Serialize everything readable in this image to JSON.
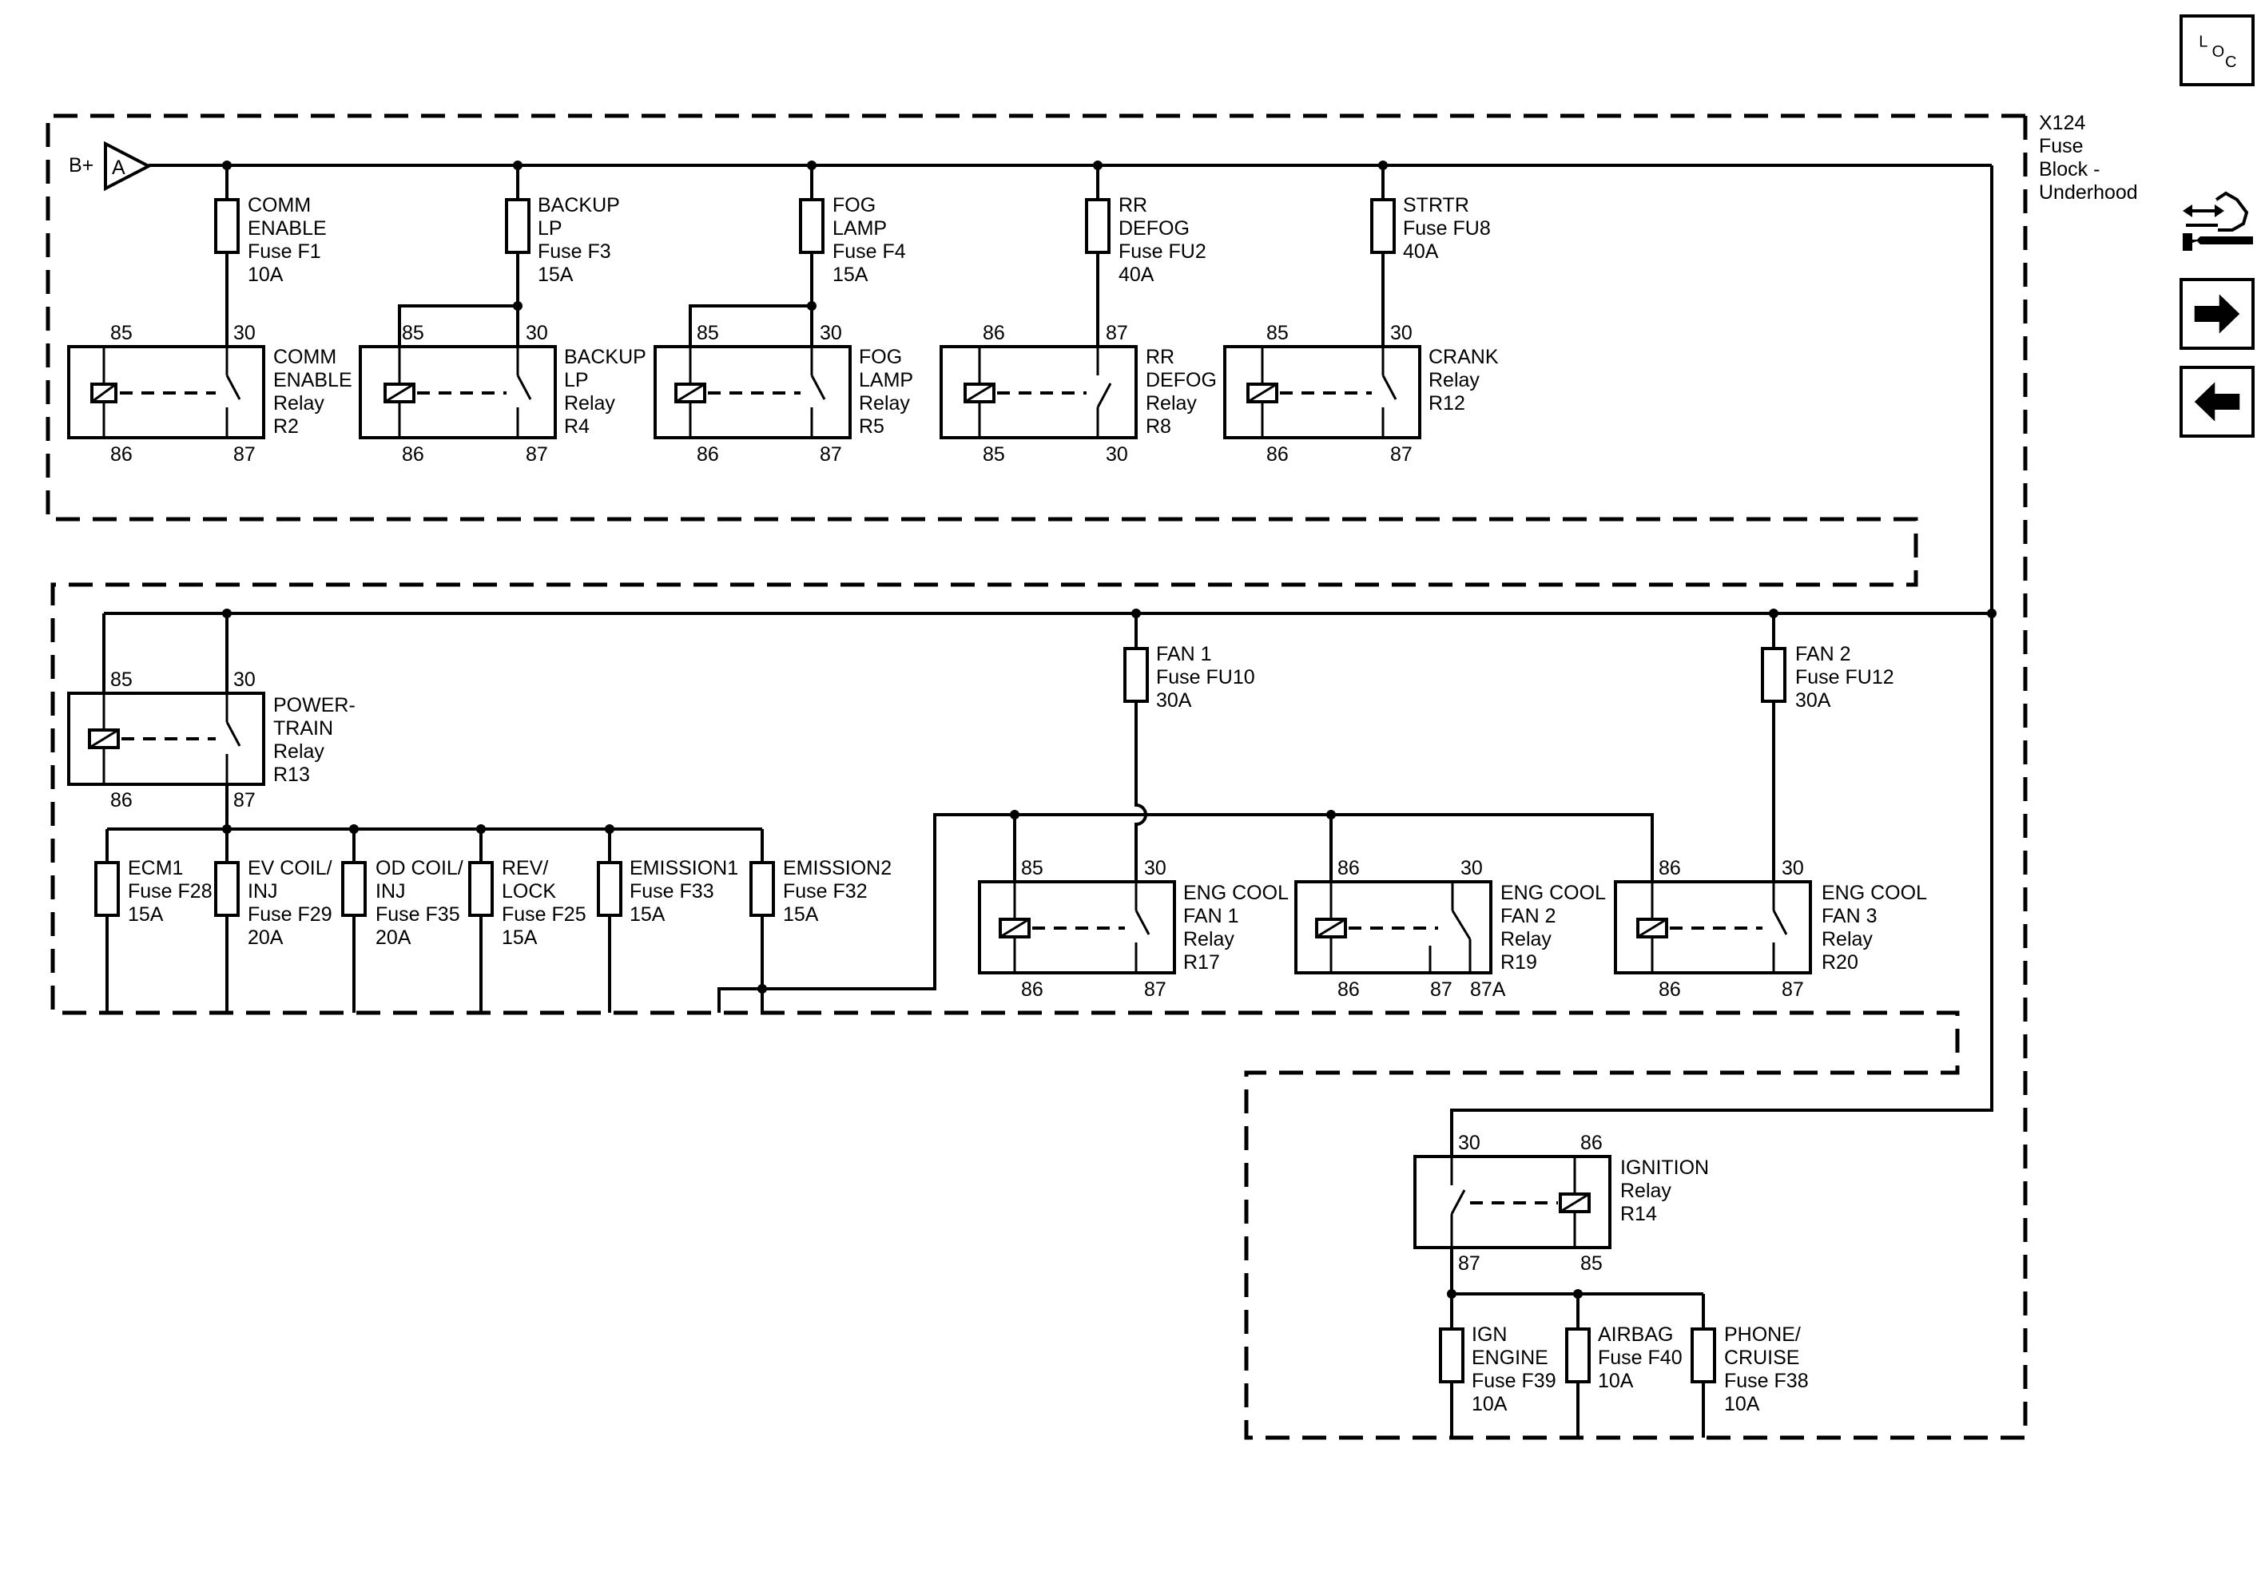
{
  "side_buttons": {
    "loc_l": "L",
    "loc_o": "O",
    "loc_c": "C"
  },
  "fuse_block": {
    "id": "X124",
    "line1": "Fuse",
    "line2": "Block -",
    "line3": "Underhood"
  },
  "supply": {
    "label": "B+",
    "connector": "A"
  },
  "top_fuses": [
    {
      "l1": "COMM",
      "l2": "ENABLE",
      "l3": "Fuse F1",
      "l4": "10A"
    },
    {
      "l1": "BACKUP",
      "l2": "LP",
      "l3": "Fuse F3",
      "l4": "15A"
    },
    {
      "l1": "FOG",
      "l2": "LAMP",
      "l3": "Fuse F4",
      "l4": "15A"
    },
    {
      "l1": "RR",
      "l2": "DEFOG",
      "l3": "Fuse FU2",
      "l4": "40A"
    },
    {
      "l1": "STRTR",
      "l2": "Fuse FU8",
      "l3": "40A"
    }
  ],
  "top_relays": [
    {
      "l1": "COMM",
      "l2": "ENABLE",
      "l3": "Relay",
      "l4": "R2",
      "tl": "85",
      "tr": "30",
      "bl": "86",
      "br": "87"
    },
    {
      "l1": "BACKUP",
      "l2": "LP",
      "l3": "Relay",
      "l4": "R4",
      "tl": "85",
      "tr": "30",
      "bl": "86",
      "br": "87"
    },
    {
      "l1": "FOG",
      "l2": "LAMP",
      "l3": "Relay",
      "l4": "R5",
      "tl": "85",
      "tr": "30",
      "bl": "86",
      "br": "87"
    },
    {
      "l1": "RR",
      "l2": "DEFOG",
      "l3": "Relay",
      "l4": "R8",
      "tl": "86",
      "tr": "87",
      "bl": "85",
      "br": "30"
    },
    {
      "l1": "CRANK",
      "l2": "Relay",
      "l3": "R12",
      "tl": "85",
      "tr": "30",
      "bl": "86",
      "br": "87"
    }
  ],
  "pt_relay": {
    "l1": "POWER-",
    "l2": "TRAIN",
    "l3": "Relay",
    "l4": "R13",
    "tl": "85",
    "tr": "30",
    "bl": "86",
    "br": "87"
  },
  "fan_fuses": [
    {
      "l1": "FAN 1",
      "l2": "Fuse FU10",
      "l3": "30A"
    },
    {
      "l1": "FAN 2",
      "l2": "Fuse FU12",
      "l3": "30A"
    }
  ],
  "mid_fuses": [
    {
      "l1": "ECM1",
      "l2": "Fuse F28",
      "l3": "15A"
    },
    {
      "l1": "EV COIL/",
      "l2": "INJ",
      "l3": "Fuse F29",
      "l4": "20A"
    },
    {
      "l1": "OD COIL/",
      "l2": "INJ",
      "l3": "Fuse F35",
      "l4": "20A"
    },
    {
      "l1": "REV/",
      "l2": "LOCK",
      "l3": "Fuse F25",
      "l4": "15A"
    },
    {
      "l1": "EMISSION1",
      "l2": "Fuse F33",
      "l3": "15A"
    },
    {
      "l1": "EMISSION2",
      "l2": "Fuse F32",
      "l3": "15A"
    }
  ],
  "fan_relays": [
    {
      "l1": "ENG COOL",
      "l2": "FAN 1",
      "l3": "Relay",
      "l4": "R17",
      "tl": "85",
      "tr": "30",
      "bl": "86",
      "br": "87"
    },
    {
      "l1": "ENG COOL",
      "l2": "FAN 2",
      "l3": "Relay",
      "l4": "R19",
      "tl": "86",
      "tr": "30",
      "bl": "86",
      "br": "87",
      "br2": "87A"
    },
    {
      "l1": "ENG COOL",
      "l2": "FAN 3",
      "l3": "Relay",
      "l4": "R20",
      "tl": "86",
      "tr": "30",
      "bl": "86",
      "br": "87"
    }
  ],
  "ign_relay": {
    "l1": "IGNITION",
    "l2": "Relay",
    "l3": "R14",
    "tl": "30",
    "tr": "86",
    "bl": "87",
    "br": "85"
  },
  "bottom_fuses": [
    {
      "l1": "IGN",
      "l2": "ENGINE",
      "l3": "Fuse F39",
      "l4": "10A"
    },
    {
      "l1": "AIRBAG",
      "l2": "Fuse F40",
      "l3": "10A"
    },
    {
      "l1": "PHONE/",
      "l2": "CRUISE",
      "l3": "Fuse F38",
      "l4": "10A"
    }
  ]
}
